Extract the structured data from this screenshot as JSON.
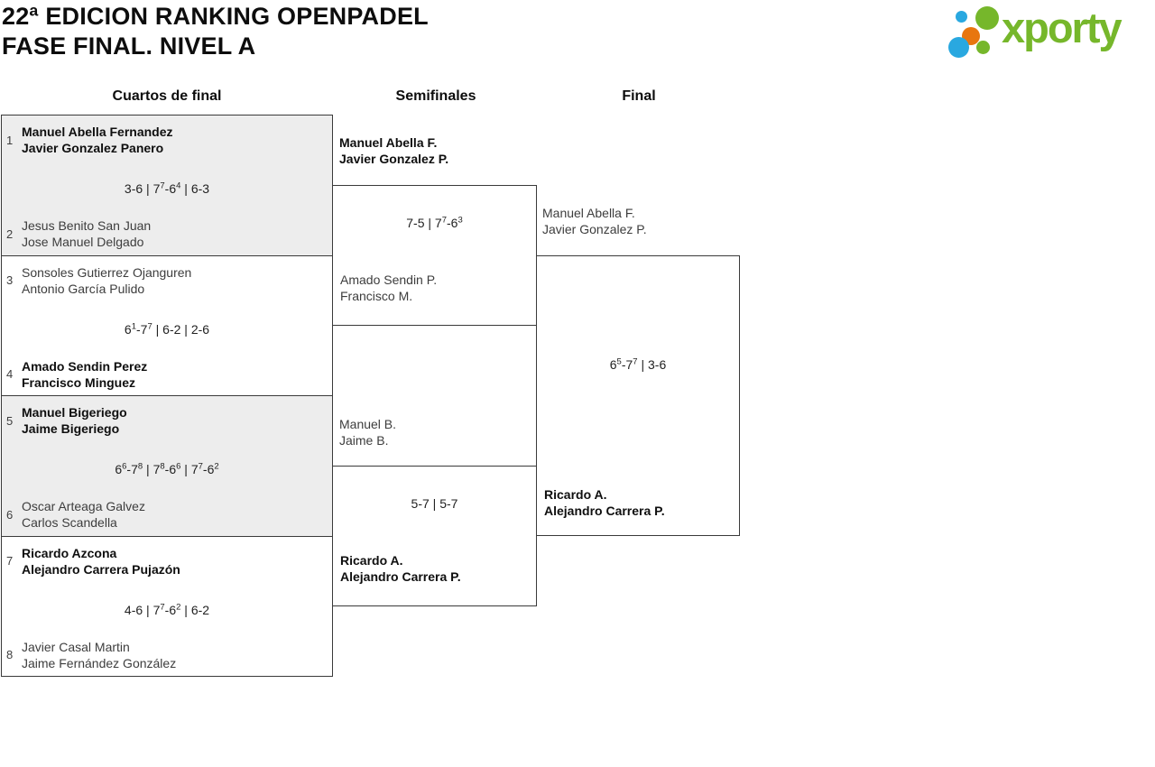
{
  "header": {
    "title_line1": "22ª EDICION RANKING OPENPADEL",
    "title_line2": "FASE FINAL. NIVEL A"
  },
  "logo": {
    "text": "xporty",
    "green": "#76b72b",
    "blue": "#29a8e0",
    "orange": "#e8760f"
  },
  "round_headers": {
    "quarterfinals": "Cuartos de final",
    "semifinals": "Semifinales",
    "final": "Final"
  },
  "bracket": {
    "quarterfinals": [
      {
        "top": {
          "seed": "1",
          "players": [
            "Manuel Abella Fernandez",
            "Javier Gonzalez Panero"
          ],
          "winner": true
        },
        "score": [
          [
            "3",
            "",
            "6",
            ""
          ],
          [
            "7",
            "7",
            "6",
            "4"
          ],
          [
            "6",
            "",
            "3",
            ""
          ]
        ],
        "bottom": {
          "seed": "2",
          "players": [
            "Jesus Benito San Juan",
            "Jose Manuel Delgado"
          ],
          "winner": false
        }
      },
      {
        "top": {
          "seed": "3",
          "players": [
            "Sonsoles Gutierrez Ojanguren",
            "Antonio García Pulido"
          ],
          "winner": false
        },
        "score": [
          [
            "6",
            "1",
            "7",
            "7"
          ],
          [
            "6",
            "",
            "2",
            ""
          ],
          [
            "2",
            "",
            "6",
            ""
          ]
        ],
        "bottom": {
          "seed": "4",
          "players": [
            "Amado Sendin Perez",
            "Francisco Minguez"
          ],
          "winner": true
        }
      },
      {
        "top": {
          "seed": "5",
          "players": [
            "Manuel Bigeriego",
            "Jaime Bigeriego"
          ],
          "winner": true
        },
        "score": [
          [
            "6",
            "6",
            "7",
            "8"
          ],
          [
            "7",
            "8",
            "6",
            "6"
          ],
          [
            "7",
            "7",
            "6",
            "2"
          ]
        ],
        "bottom": {
          "seed": "6",
          "players": [
            "Oscar Arteaga Galvez",
            "Carlos Scandella"
          ],
          "winner": false
        }
      },
      {
        "top": {
          "seed": "7",
          "players": [
            "Ricardo Azcona",
            "Alejandro Carrera Pujazón"
          ],
          "winner": true
        },
        "score": [
          [
            "4",
            "",
            "6",
            ""
          ],
          [
            "7",
            "7",
            "6",
            "2"
          ],
          [
            "6",
            "",
            "2",
            ""
          ]
        ],
        "bottom": {
          "seed": "8",
          "players": [
            "Javier Casal Martin",
            "Jaime Fernández González"
          ],
          "winner": false
        }
      }
    ],
    "semifinals": [
      {
        "top": {
          "players": [
            "Manuel Abella F.",
            "Javier Gonzalez P."
          ],
          "winner": true
        },
        "score": [
          [
            "7",
            "",
            "5",
            ""
          ],
          [
            "7",
            "7",
            "6",
            "3"
          ]
        ],
        "bottom": {
          "players": [
            "Amado Sendin P.",
            "Francisco M."
          ],
          "winner": false
        }
      },
      {
        "top": {
          "players": [
            "Manuel B.",
            "Jaime B."
          ],
          "winner": false
        },
        "score": [
          [
            "5",
            "",
            "7",
            ""
          ],
          [
            "5",
            "",
            "7",
            ""
          ]
        ],
        "bottom": {
          "players": [
            "Ricardo A.",
            "Alejandro Carrera P."
          ],
          "winner": true
        }
      }
    ],
    "final": {
      "top": {
        "players": [
          "Manuel Abella F.",
          "Javier Gonzalez P."
        ],
        "winner": false
      },
      "score": [
        [
          "6",
          "5",
          "7",
          "7"
        ],
        [
          "3",
          "",
          "6",
          ""
        ]
      ],
      "bottom": {
        "players": [
          "Ricardo A.",
          "Alejandro Carrera P."
        ],
        "winner": true
      }
    }
  }
}
